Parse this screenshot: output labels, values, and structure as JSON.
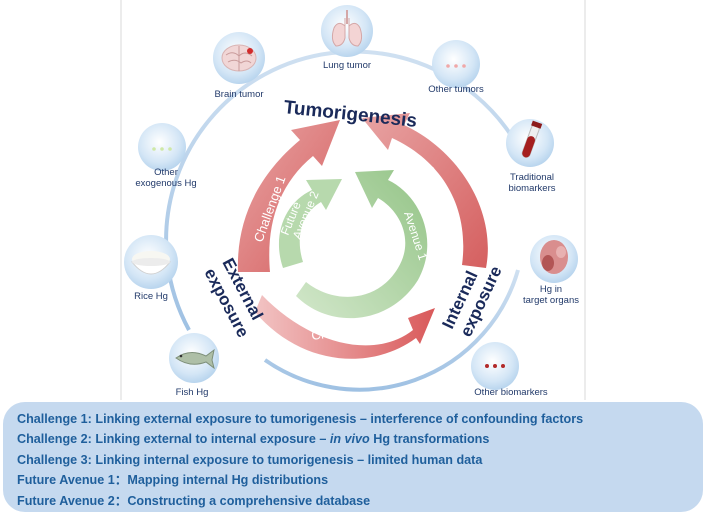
{
  "center": {
    "top_label": "Tumorigenesis",
    "left_label": [
      "External",
      "exposure"
    ],
    "right_label": [
      "Internal",
      "exposure"
    ]
  },
  "arrows": {
    "challenge1": "Challenge 1",
    "challenge2": "Challenge 2",
    "challenge3": "Challenge 3",
    "future1": [
      "Future",
      "Avenue 1"
    ],
    "future2": [
      "Future",
      "Avenue 2"
    ]
  },
  "items": {
    "brain_tumor": "Brain tumor",
    "lung_tumor": "Lung tumor",
    "other_tumors": "Other tumors",
    "traditional_biomarkers": [
      "Traditional",
      "biomarkers"
    ],
    "hg_target_organs": [
      "Hg in",
      "target organs"
    ],
    "other_biomarkers": "Other biomarkers",
    "other_exogenous_hg": [
      "Other",
      "exogenous Hg"
    ],
    "rice_hg": "Rice Hg",
    "fish_hg": "Fish Hg"
  },
  "legend": {
    "c1": "Challenge 1: Linking external exposure to tumorigenesis – interference of confounding factors",
    "c2_pre": "Challenge 2: Linking external to internal exposure – ",
    "c2_ital": "in vivo",
    "c2_post": " Hg transformations",
    "c3": "Challenge 3: Linking internal exposure to tumorigenesis – limited human data",
    "f1": "Future Avenue 1：Mapping internal Hg distributions",
    "f2": "Future Avenue 2：Constructing a comprehensive database"
  },
  "colors": {
    "challenge_arrow": "#de7b7b",
    "future_arrow": "#a9cf9c",
    "heading_text": "#1a2a5a",
    "legend_text": "#1f5f9c",
    "legend_bg": "#c5d9ef",
    "item_label": "#223a6a"
  }
}
